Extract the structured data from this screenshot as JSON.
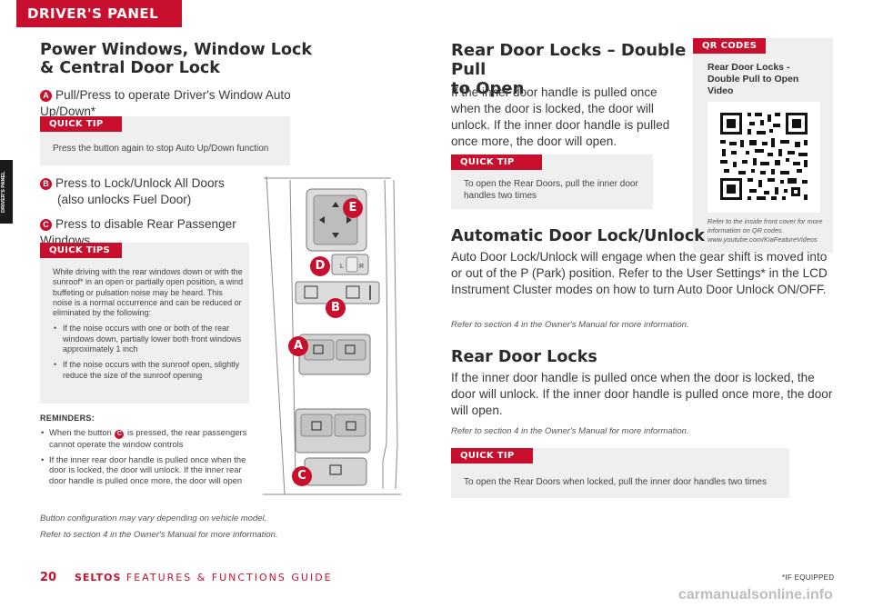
{
  "header": {
    "section_tab": "DRIVER'S PANEL",
    "side_tab": "DRIVER'S PANEL"
  },
  "left": {
    "title_line1": "Power Windows, Window Lock",
    "title_line2": "& Central Door Lock",
    "item_a": {
      "badge": "A",
      "text": "Pull/Press to operate Driver's Window Auto Up/Down*"
    },
    "quick_tip_1": {
      "label": "QUICK TIP",
      "text": "Press the button again to stop Auto Up/Down function"
    },
    "item_b": {
      "badge": "B",
      "line1": "Press to Lock/Unlock All Doors",
      "line2": "(also unlocks Fuel Door)"
    },
    "item_c": {
      "badge": "C",
      "text": "Press to disable Rear Passenger Windows"
    },
    "quick_tips": {
      "label": "QUICK TIPS",
      "intro": "While driving with the rear windows down or with the sunroof* in an open or partially open position, a wind buffeting or pulsation noise may be heard. This noise is a normal occurrence and can be reduced or eliminated by the following:",
      "bullets": [
        "If the noise occurs with one or both of the rear windows down, partially lower both front windows approximately 1 inch",
        "If the noise occurs with the sunroof open, slightly reduce the size of the sunroof opening"
      ]
    },
    "reminders": {
      "title": "REMINDERS:",
      "bullet1_before": "When the button",
      "bullet1_badge": "C",
      "bullet1_after": "is pressed, the rear passengers cannot operate the window controls",
      "bullet2": "If the inner rear door handle is pulled once when the door is locked, the door will unlock. If the inner rear door handle is pulled once more, the door will open"
    },
    "note_config": "Button configuration may vary depending on vehicle model.",
    "note_ref": "Refer to section 4 in the Owner's Manual for more information."
  },
  "diagram": {
    "callouts": [
      "E",
      "D",
      "B",
      "A",
      "C"
    ],
    "mirror_left": "L",
    "mirror_right": "R"
  },
  "right": {
    "double_pull": {
      "title_line1": "Rear Door Locks – Double Pull",
      "title_line2": "to Open",
      "body": "If the inner door handle is pulled once when the door is locked, the door will unlock. If the inner door handle is pulled once more, the door will open.",
      "tip_label": "QUICK TIP",
      "tip_text": "To open the Rear Doors, pull the inner door handles two times"
    },
    "qr": {
      "label": "QR CODES",
      "title": "Rear Door Locks - Double Pull to Open Video",
      "note": "Refer to the inside front cover for more information on QR codes. www.youtube.com/KiaFeatureVideos"
    },
    "auto_lock": {
      "title": "Automatic Door Lock/Unlock",
      "body": "Auto Door Lock/Unlock will engage when the gear shift is moved into or out of the P (Park) position. Refer to the User Settings* in the LCD Instrument Cluster modes on how to turn Auto Door Unlock ON/OFF.",
      "ref": "Refer to section 4 in the Owner's Manual for more information."
    },
    "rear_locks": {
      "title": "Rear Door Locks",
      "body": "If the inner door handle is pulled once when the door is locked, the door will unlock. If the inner door handle is pulled once more, the door will open.",
      "ref": "Refer to section 4 in the Owner's Manual for more information.",
      "tip_label": "QUICK TIP",
      "tip_text": "To open the Rear Doors when locked, pull the inner door handles two times"
    }
  },
  "footer": {
    "page_number": "20",
    "model": "SELTOS",
    "guide": "FEATURES & FUNCTIONS GUIDE",
    "if_equipped": "*IF EQUIPPED",
    "watermark": "carmanualsonline.info"
  },
  "colors": {
    "accent": "#c8102e",
    "tip_bg": "#efefef"
  }
}
